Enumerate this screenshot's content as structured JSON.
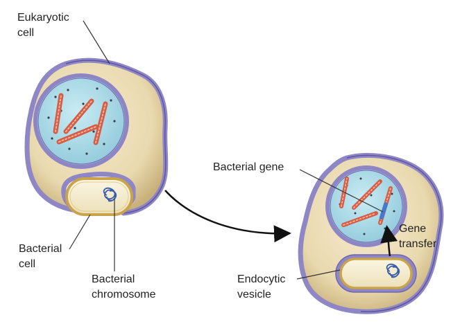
{
  "labels": {
    "eukaryotic_cell": [
      "Eukaryotic",
      "cell"
    ],
    "bacterial_cell": [
      "Bacterial",
      "cell"
    ],
    "bacterial_chromosome": [
      "Bacterial",
      "chromosome"
    ],
    "bacterial_gene": "Bacterial gene",
    "gene_transfer": [
      "Gene",
      "transfer"
    ],
    "endocytic_vesicle": [
      "Endocytic",
      "vesicle"
    ]
  },
  "colors": {
    "cytoplasm": "#e9d9ae",
    "cytoplasm_shade": "#c8b07a",
    "membrane": "#8f86c6",
    "membrane_dark": "#5e55a0",
    "nucleus": "#a9d9e6",
    "nuclear_envelope": "#8e86c4",
    "chromosome": "#d55b43",
    "chromosome_stripe": "#f3b49f",
    "bacterial_gene": "#4a78c9",
    "vesicle": "#f6efd5",
    "bacterial_wall": "#c9a44a",
    "dna_coil": "#3a5cae",
    "arrow": "#111111",
    "leader_line": "#333333",
    "text": "#222222"
  }
}
